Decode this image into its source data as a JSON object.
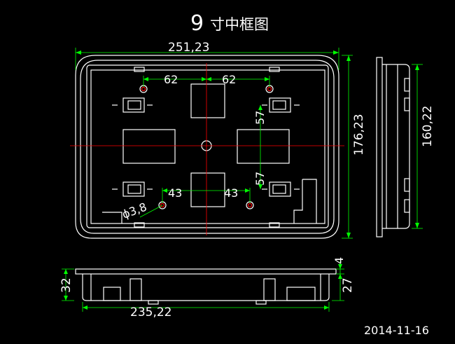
{
  "drawing": {
    "title_number": "9",
    "title_text": "寸中框图",
    "date": "2014-11-16",
    "colors": {
      "background": "#000000",
      "outline": "#ffffff",
      "dimension": "#00ff00",
      "center_line": "#ff0000",
      "pin": "#ff0000"
    }
  },
  "dimensions": {
    "overall_width": "251,23",
    "overall_height": "176,23",
    "inner_height": "160,22",
    "hole_spacing_upper_left": "62",
    "hole_spacing_upper_right": "62",
    "bracket_spacing_upper": "57",
    "bracket_spacing_lower": "57",
    "hole_spacing_lower_left": "43",
    "hole_spacing_lower_right": "43",
    "hole_diameter": "ϕ3,8",
    "side_height": "32",
    "bottom_width": "235,22",
    "lip": "4",
    "body_height": "27"
  }
}
